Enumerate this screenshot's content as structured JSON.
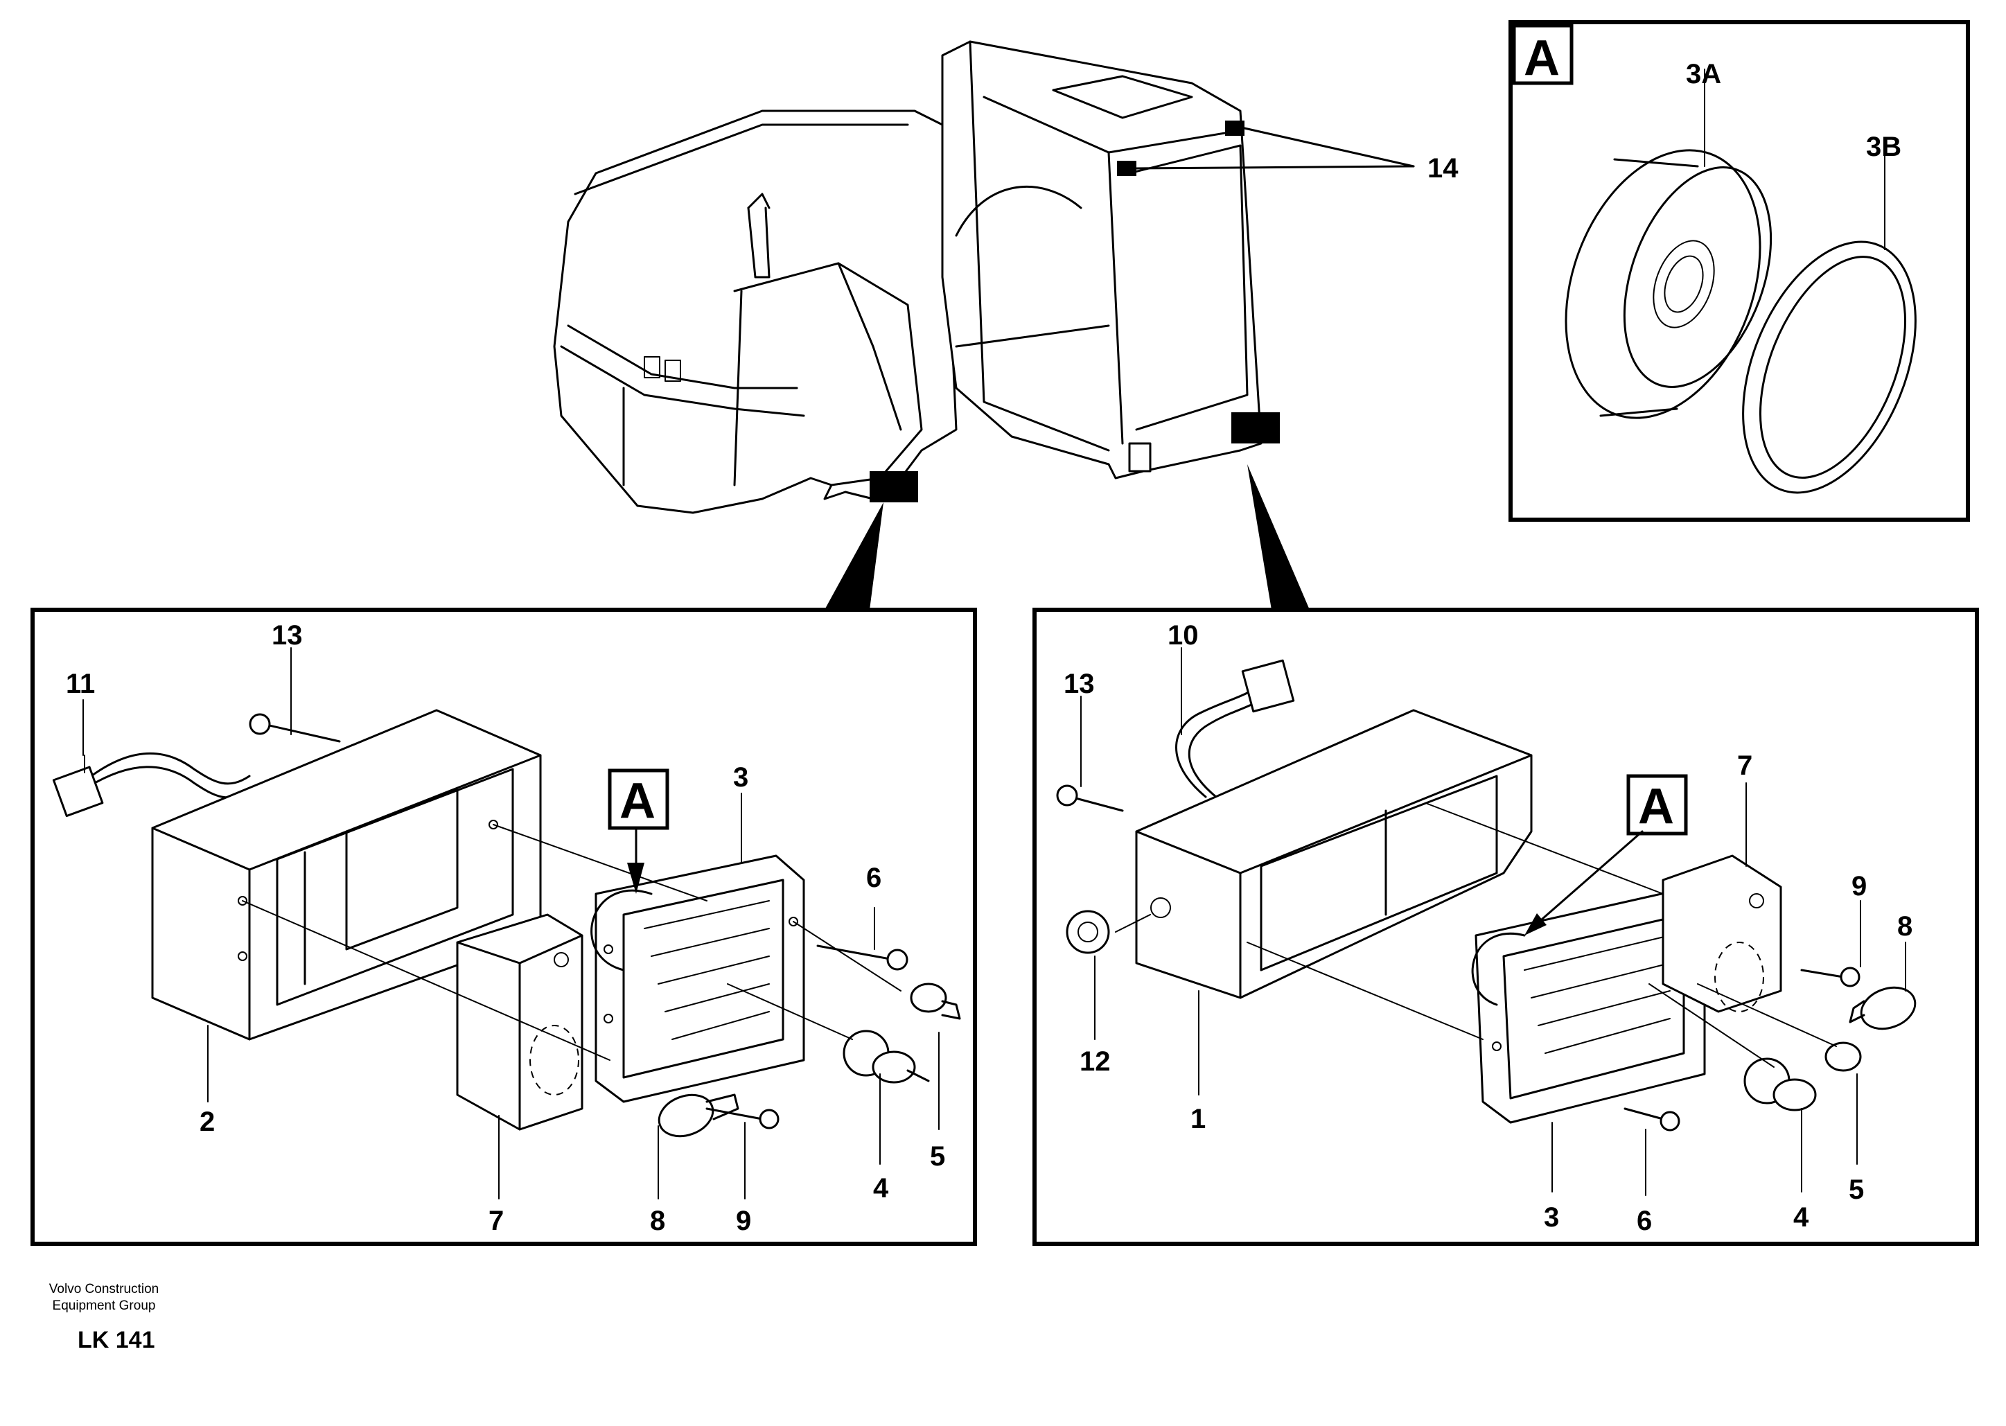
{
  "footer": {
    "company_line1": "Volvo Construction",
    "company_line2": "Equipment Group",
    "code": "LK 141"
  },
  "detail_letter": "A",
  "callouts": {
    "inset_3a": "3A",
    "inset_3b": "3B",
    "top_14": "14",
    "left_13": "13",
    "left_11": "11",
    "left_3": "3",
    "left_6": "6",
    "left_5": "5",
    "left_4": "4",
    "left_9": "9",
    "left_8": "8",
    "left_7": "7",
    "left_2": "2",
    "right_10": "10",
    "right_13": "13",
    "right_7": "7",
    "right_9": "9",
    "right_8": "8",
    "right_12": "12",
    "right_1": "1",
    "right_3": "3",
    "right_6": "6",
    "right_4": "4",
    "right_5": "5"
  }
}
